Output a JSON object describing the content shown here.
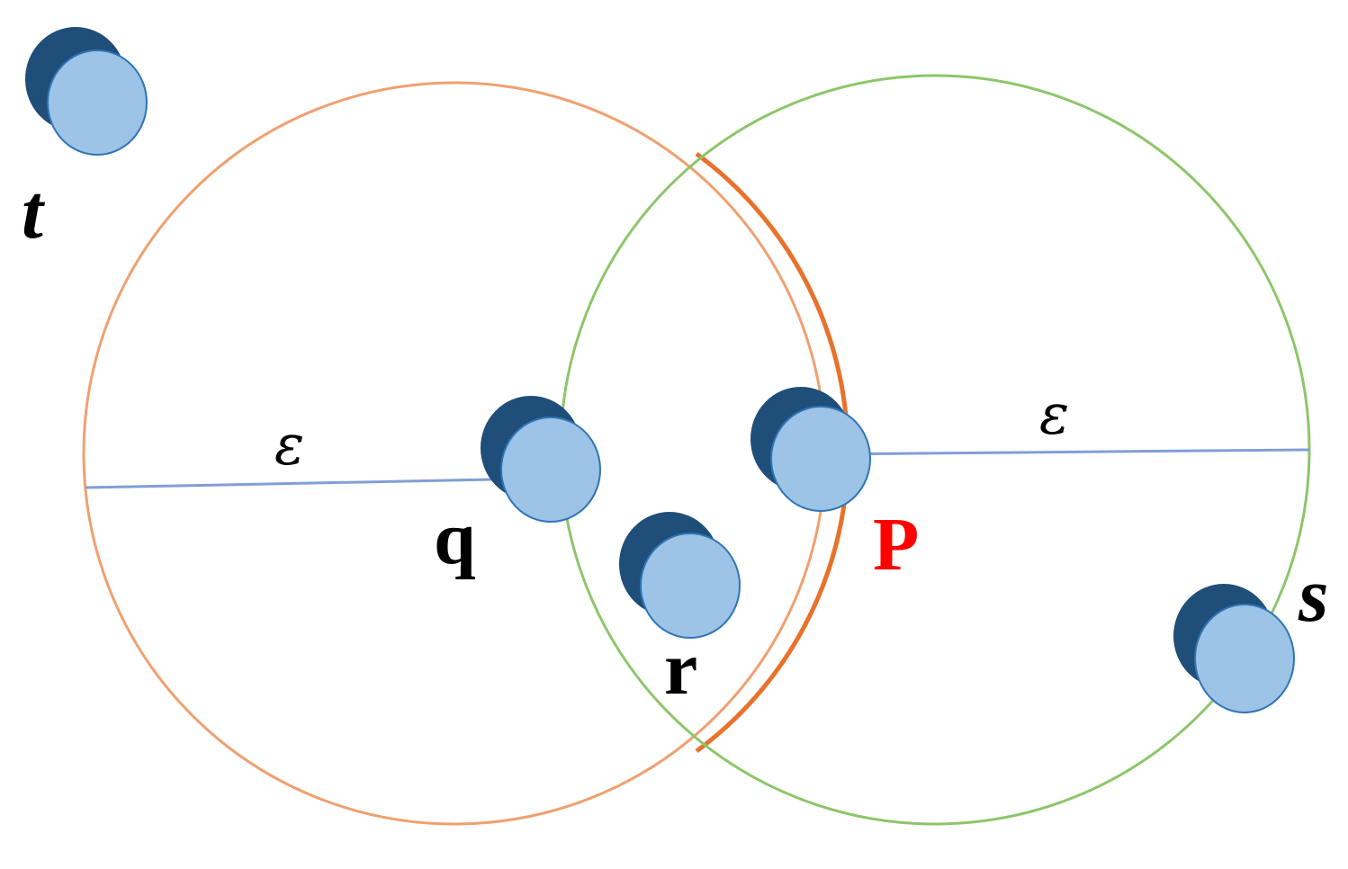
{
  "diagram": {
    "colors": {
      "circle_q": "#f0a070",
      "circle_q_bold": "#e8722c",
      "circle_p": "#8cc66a",
      "radius_line": "#7f9fd6",
      "point_shadow": "#1f4e79",
      "point_fill": "#9dc3e6",
      "point_stroke": "#2e75b6",
      "label_default": "#000000",
      "label_p": "#ff0000"
    },
    "radius_labels": {
      "q": "ε",
      "p": "ε"
    },
    "points": {
      "t": {
        "label": "t"
      },
      "q": {
        "label": "q"
      },
      "r": {
        "label": "r"
      },
      "p": {
        "label": "P"
      },
      "s": {
        "label": "s"
      }
    }
  }
}
